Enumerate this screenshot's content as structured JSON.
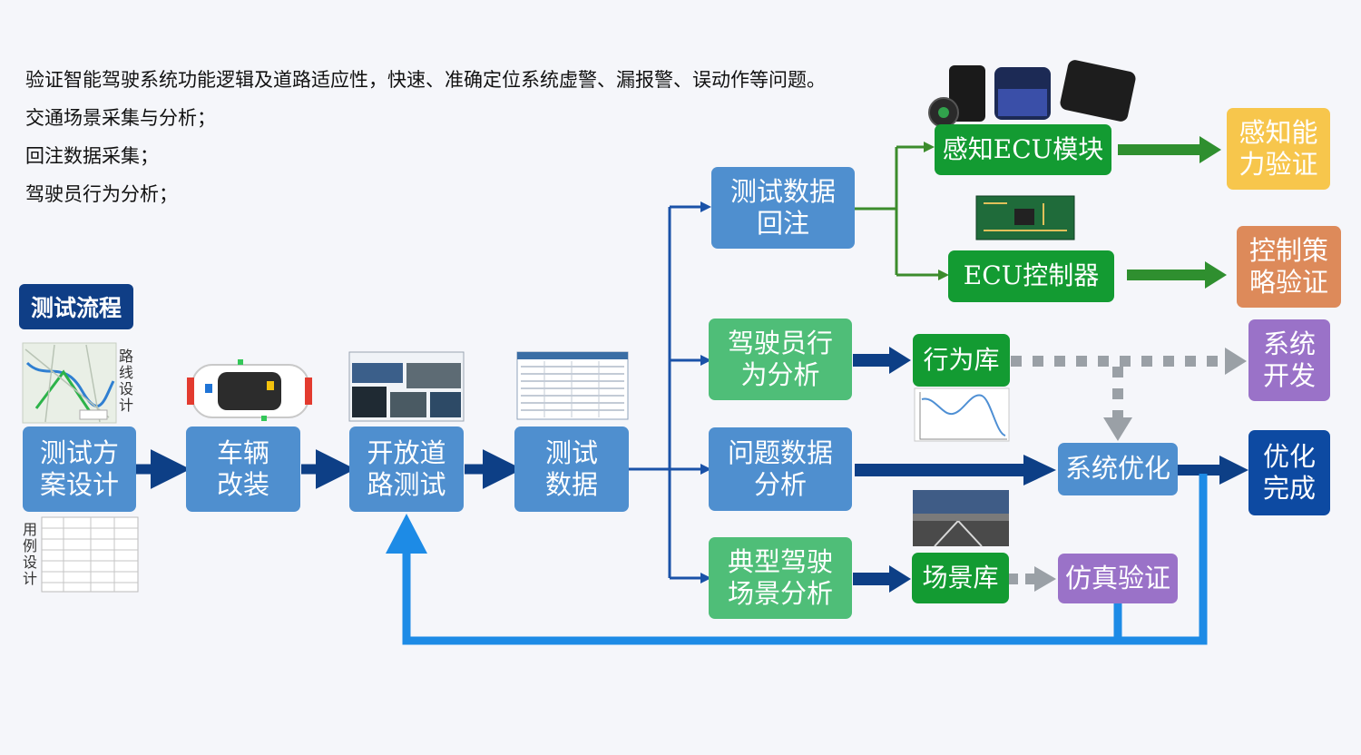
{
  "intro_lines": [
    "验证智能驾驶系统功能逻辑及道路适应性，快速、准确定位系统虚警、漏报警、误动作等问题。",
    "交通场景采集与分析；",
    "回注数据采集；",
    "驾驶员行为分析；"
  ],
  "title": "测试流程",
  "side_labels": {
    "route": "路线设计",
    "usecase": "用例设计"
  },
  "nodes": {
    "plan": "测试方\n案设计",
    "vehicle": "车辆\n改装",
    "road": "开放道\n路测试",
    "data": "测试\n数据",
    "inject": "测试数据\n回注",
    "driver": "驾驶员行\n为分析",
    "problem": "问题数据\n分析",
    "scenario": "典型驾驶\n场景分析",
    "perception_ecu": "感知ECU模块",
    "ecu_controller": "ECU控制器",
    "behavior_lib": "行为库",
    "optimize": "系统优化",
    "scene_lib": "场景库",
    "simulate": "仿真验证",
    "perception_verify": "感知能\n力验证",
    "control_verify": "控制策\n略验证",
    "sys_dev": "系统\n开发",
    "done": "优化\n完成"
  },
  "colors": {
    "blue_box": "#4f8fcf",
    "light_green_box": "#4fbe78",
    "dark_green_box": "#139b32",
    "purple_box": "#9a72c8",
    "navy_box": "#0d4aa2",
    "yellow_box": "#f7c64c",
    "orange_box": "#dd8a5a",
    "arrow_navy": "#0d3f86",
    "arrow_green": "#2f8f2f",
    "loop_blue": "#1d8be6",
    "dotted_gray": "#9aa0a6"
  }
}
